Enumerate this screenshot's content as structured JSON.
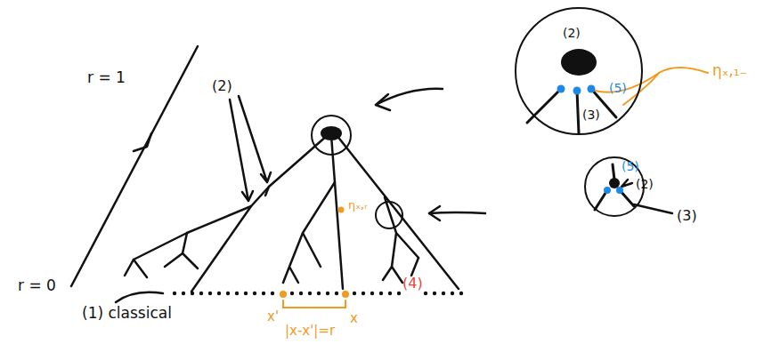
{
  "diagram": {
    "nodes": [
      {
        "text": [
          "(2)",
          "(5)",
          "(3)"
        ]
      },
      {
        "text": [
          "(5)",
          "(2)"
        ]
      }
    ],
    "labels": [
      "r = 1",
      "r = 0",
      "(2)",
      "(1) classical",
      "x'",
      "x",
      "|x-x'|=r",
      "(4)",
      "ηₓ,ᵣ",
      "ηₓ,₁₋",
      "(3)"
    ]
  }
}
